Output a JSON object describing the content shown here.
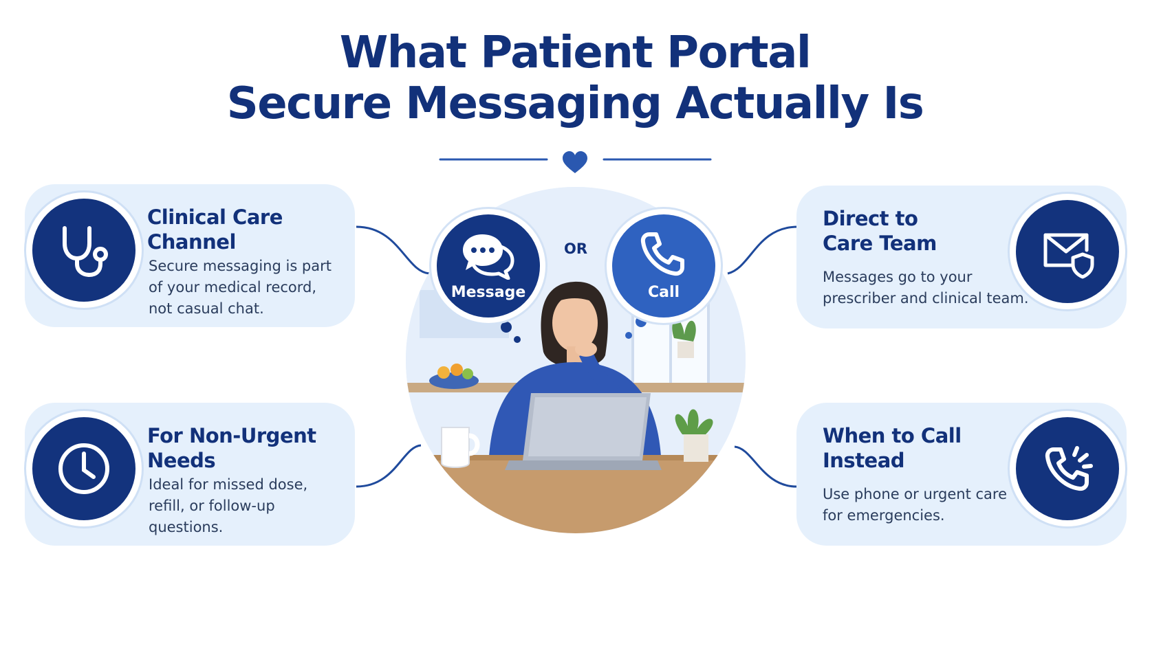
{
  "title": {
    "line1": "What Patient Portal",
    "line2": "Secure Messaging Actually Is"
  },
  "colors": {
    "navy": "#13337d",
    "blue": "#2f62c0",
    "card_bg": "#e5f0fc",
    "title": "#12317a"
  },
  "center": {
    "message_label": "Message",
    "or_label": "OR",
    "call_label": "Call"
  },
  "cards": [
    {
      "icon": "stethoscope-icon",
      "title": [
        "Clinical Care",
        "Channel"
      ],
      "text": [
        "Secure messaging is part",
        "of your medical record,",
        "not casual chat."
      ]
    },
    {
      "icon": "clock-icon",
      "title": [
        "For Non-Urgent",
        "Needs"
      ],
      "text": [
        "Ideal for missed dose,",
        "refill, or follow-up",
        "questions."
      ]
    },
    {
      "icon": "envelope-shield-icon",
      "title": [
        "Direct to",
        "Care Team"
      ],
      "text": [
        "Messages go to your",
        "prescriber and clinical team."
      ]
    },
    {
      "icon": "phone-ringing-icon",
      "title": [
        "When to Call",
        "Instead"
      ],
      "text": [
        "Use phone or urgent care",
        "for emergencies."
      ]
    }
  ]
}
